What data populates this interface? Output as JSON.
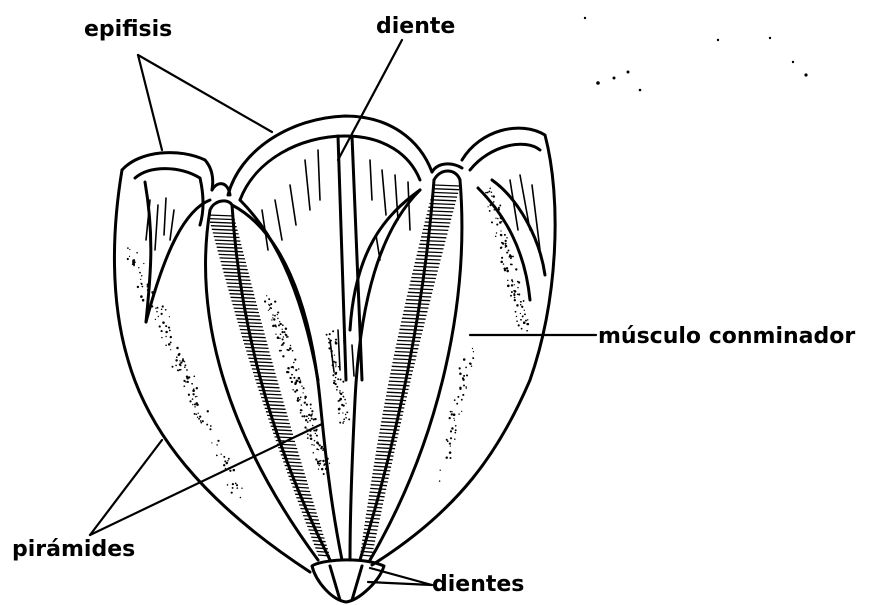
{
  "diagram": {
    "labels": {
      "epifisis": "epifisis",
      "diente": "diente",
      "musculo": "músculo conminador",
      "piramides": "pirámides",
      "dientes": "dientes"
    },
    "colors": {
      "ink": "#000000",
      "background": "#ffffff"
    }
  }
}
